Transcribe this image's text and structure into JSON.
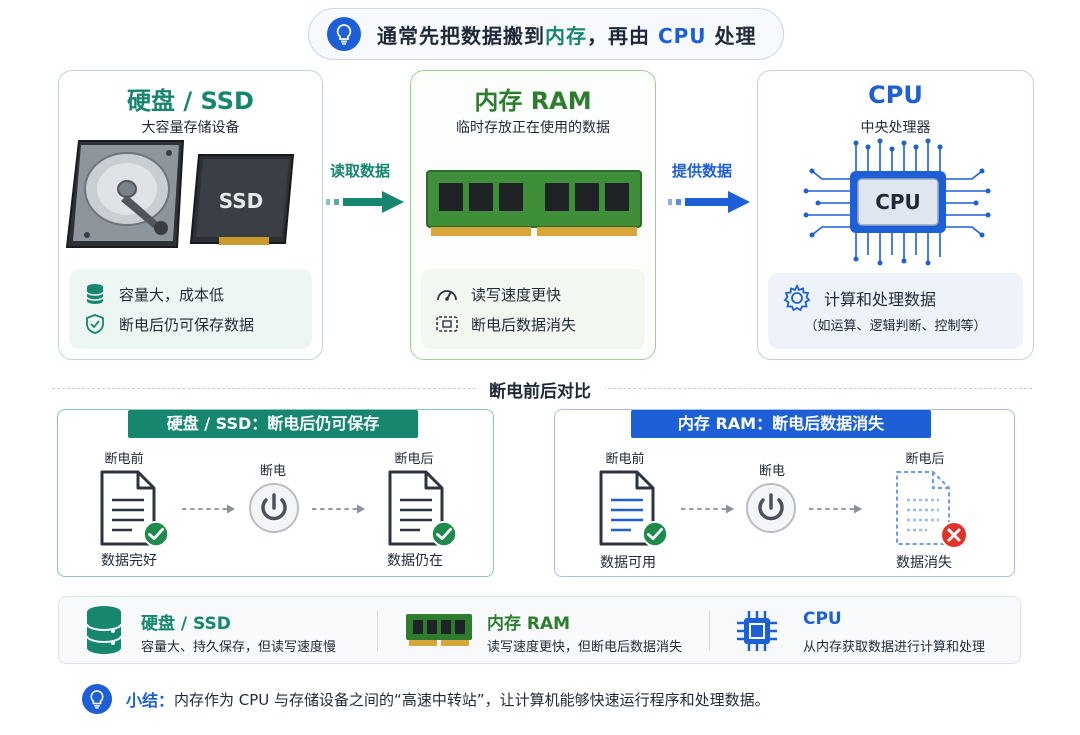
{
  "banner": {
    "pre": "通常先把数据搬到",
    "highlight": "内存",
    "mid": "，再由 ",
    "cpu": "CPU",
    "post": " 处理"
  },
  "colors": {
    "teal": "#17866f",
    "green": "#2e7d2f",
    "blue": "#1d5fd6"
  },
  "cards": {
    "hdd": {
      "title": "硬盘 / SSD",
      "subtitle": "大容量存储设备",
      "ssd_label": "SSD",
      "features": [
        "容量大，成本低",
        "断电后仍可保存数据"
      ],
      "icons": [
        "database-icon",
        "shield-check-icon"
      ]
    },
    "ram": {
      "title": "内存 RAM",
      "subtitle": "临时存放正在使用的数据",
      "features": [
        "读写速度更快",
        "断电后数据消失"
      ],
      "icons": [
        "speedometer-icon",
        "memory-fade-icon"
      ]
    },
    "cpu": {
      "title": "CPU",
      "subtitle": "中央处理器",
      "chip_label": "CPU",
      "feature_title": "计算和处理数据",
      "feature_detail": "（如运算、逻辑判断、控制等）",
      "icons": [
        "gear-icon"
      ]
    }
  },
  "flows": {
    "read": "读取数据",
    "provide": "提供数据"
  },
  "comparison": {
    "title": "断电前后对比",
    "ssd": {
      "header": "硬盘 / SSD：断电后仍可保存",
      "before": "断电前",
      "power": "断电",
      "after": "断电后",
      "before_caption": "数据完好",
      "after_caption": "数据仍在"
    },
    "ram": {
      "header": "内存 RAM：断电后数据消失",
      "before": "断电前",
      "power": "断电",
      "after": "断电后",
      "before_caption": "数据可用",
      "after_caption": "数据消失"
    }
  },
  "summary": [
    {
      "title": "硬盘 / SSD",
      "desc": "容量大、持久保存，但读写速度慢",
      "icon": "database-icon"
    },
    {
      "title": "内存 RAM",
      "desc": "读写速度更快，但断电后数据消失",
      "icon": "ram-icon"
    },
    {
      "title": "CPU",
      "desc": "从内存获取数据进行计算和处理",
      "icon": "chip-icon"
    }
  ],
  "conclusion": {
    "label": "小结：",
    "text": "内存作为 CPU 与存储设备之间的“高速中转站”，让计算机能够快速运行程序和处理数据。"
  }
}
